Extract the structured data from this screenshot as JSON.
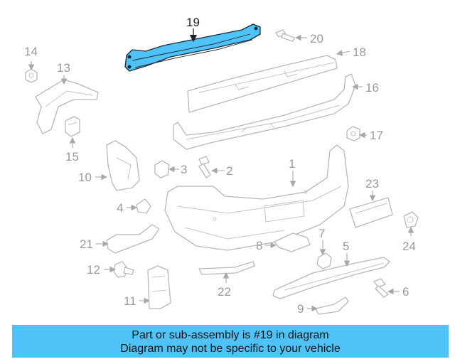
{
  "diagram": {
    "highlight_color": "#4fc3f7",
    "highlighted_part": "19",
    "callouts": [
      "19",
      "20",
      "18",
      "14",
      "13",
      "16",
      "15",
      "17",
      "10",
      "3",
      "2",
      "1",
      "23",
      "4",
      "24",
      "21",
      "8",
      "7",
      "5",
      "12",
      "22",
      "11",
      "6",
      "9"
    ]
  },
  "footer": {
    "line1": "Part or sub-assembly is #19 in diagram",
    "line2": "Diagram may not be specific to your vehicle"
  }
}
